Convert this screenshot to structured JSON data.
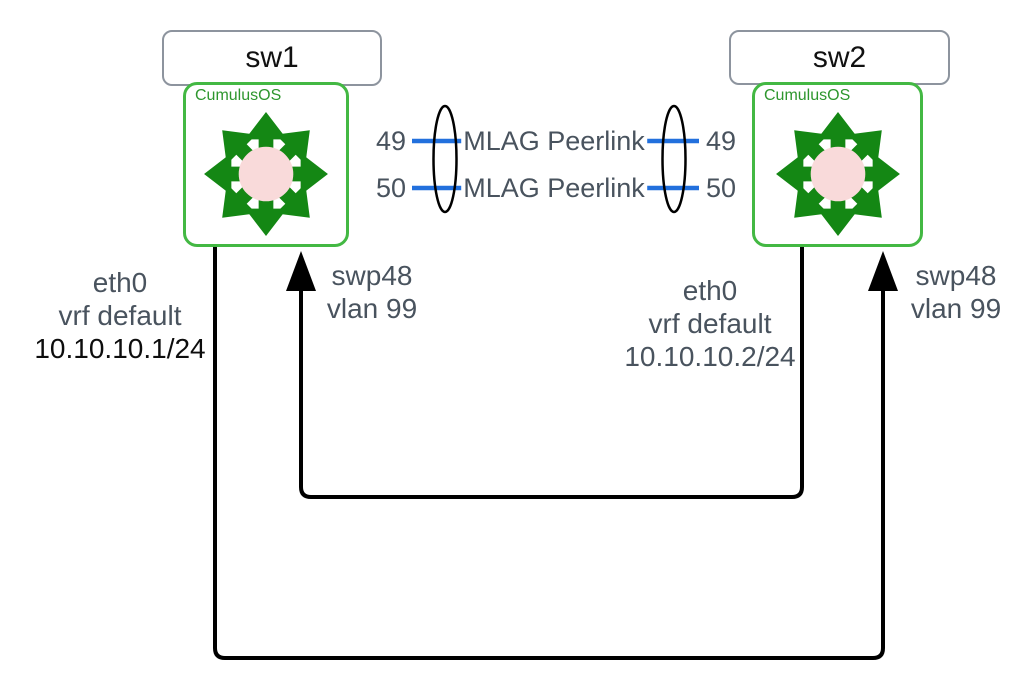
{
  "switches": [
    {
      "name": "sw1",
      "os": "CumulusOS",
      "mgmt_interface": {
        "name": "eth0",
        "vrf": "vrf default",
        "ip": "10.10.10.1/24"
      },
      "peer_interface": {
        "name": "swp48",
        "vlan": "vlan 99"
      }
    },
    {
      "name": "sw2",
      "os": "CumulusOS",
      "mgmt_interface": {
        "name": "eth0",
        "vrf": "vrf default",
        "ip": "10.10.10.2/24"
      },
      "peer_interface": {
        "name": "swp48",
        "vlan": "vlan 99"
      }
    }
  ],
  "peerlinks": [
    {
      "port_left": "49",
      "label": "MLAG Peerlink",
      "port_right": "49"
    },
    {
      "port_left": "50",
      "label": "MLAG Peerlink",
      "port_right": "50"
    }
  ],
  "colors": {
    "peerlink_blue": "#2270dd",
    "switch_border_green": "#43b843",
    "os_text_green": "#2d962d",
    "icon_arrow_green": "#148714",
    "icon_hub_pink": "#f9dada",
    "label_gray": "#49535e",
    "node_border_gray": "#8d949e",
    "connector_black": "#000000"
  }
}
